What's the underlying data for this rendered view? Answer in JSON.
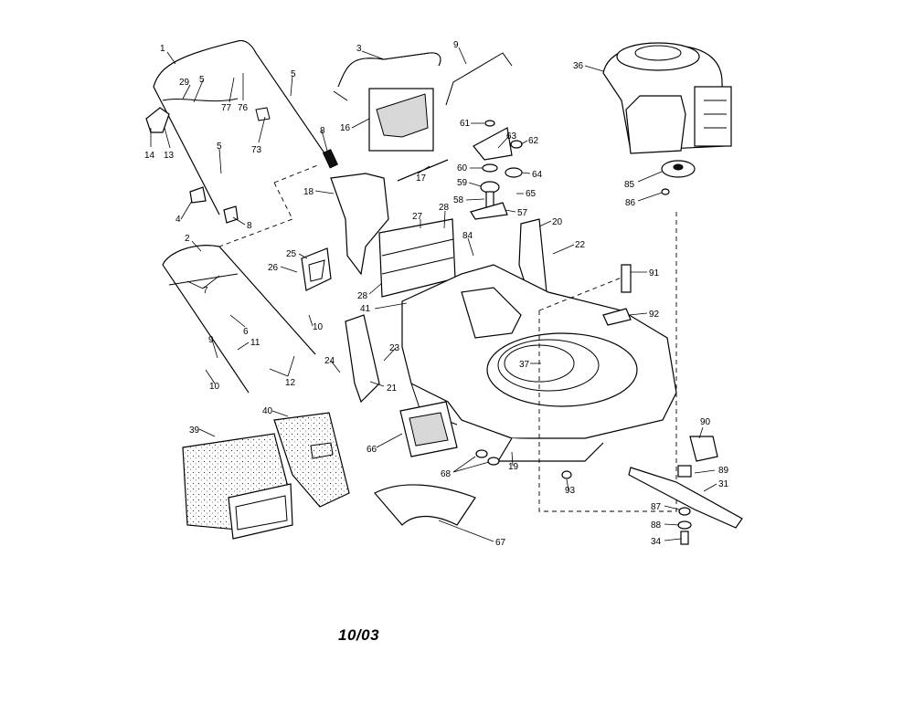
{
  "date_code": "10/03",
  "callouts": [
    {
      "id": "c1",
      "text": "1"
    },
    {
      "id": "c29",
      "text": "29"
    },
    {
      "id": "c5a",
      "text": "5"
    },
    {
      "id": "c77",
      "text": "77"
    },
    {
      "id": "c76",
      "text": "76"
    },
    {
      "id": "c5b",
      "text": "5"
    },
    {
      "id": "c3",
      "text": "3"
    },
    {
      "id": "c9",
      "text": "9"
    },
    {
      "id": "c36",
      "text": "36"
    },
    {
      "id": "c14",
      "text": "14"
    },
    {
      "id": "c13",
      "text": "13"
    },
    {
      "id": "c73",
      "text": "73"
    },
    {
      "id": "c8a",
      "text": "8"
    },
    {
      "id": "c16",
      "text": "16"
    },
    {
      "id": "c61",
      "text": "61"
    },
    {
      "id": "c63",
      "text": "63"
    },
    {
      "id": "c62",
      "text": "62"
    },
    {
      "id": "c5c",
      "text": "5"
    },
    {
      "id": "c60",
      "text": "60"
    },
    {
      "id": "c64",
      "text": "64"
    },
    {
      "id": "c17",
      "text": "17"
    },
    {
      "id": "c59",
      "text": "59"
    },
    {
      "id": "c85",
      "text": "85"
    },
    {
      "id": "c86",
      "text": "86"
    },
    {
      "id": "c18",
      "text": "18"
    },
    {
      "id": "c58",
      "text": "58"
    },
    {
      "id": "c65",
      "text": "65"
    },
    {
      "id": "c57",
      "text": "57"
    },
    {
      "id": "c4",
      "text": "4"
    },
    {
      "id": "c8b",
      "text": "8"
    },
    {
      "id": "c27",
      "text": "27"
    },
    {
      "id": "c28a",
      "text": "28"
    },
    {
      "id": "c20",
      "text": "20"
    },
    {
      "id": "c2",
      "text": "2"
    },
    {
      "id": "c84",
      "text": "84"
    },
    {
      "id": "c22",
      "text": "22"
    },
    {
      "id": "c25",
      "text": "25"
    },
    {
      "id": "c26",
      "text": "26"
    },
    {
      "id": "c91",
      "text": "91"
    },
    {
      "id": "c7",
      "text": "7"
    },
    {
      "id": "c28b",
      "text": "28"
    },
    {
      "id": "c41",
      "text": "41"
    },
    {
      "id": "c92",
      "text": "92"
    },
    {
      "id": "c10a",
      "text": "10"
    },
    {
      "id": "c6",
      "text": "6"
    },
    {
      "id": "c11",
      "text": "11"
    },
    {
      "id": "c9b",
      "text": "9"
    },
    {
      "id": "c23",
      "text": "23"
    },
    {
      "id": "c37",
      "text": "37"
    },
    {
      "id": "c24",
      "text": "24"
    },
    {
      "id": "c12",
      "text": "12"
    },
    {
      "id": "c10b",
      "text": "10"
    },
    {
      "id": "c21",
      "text": "21"
    },
    {
      "id": "c39",
      "text": "39"
    },
    {
      "id": "c40",
      "text": "40"
    },
    {
      "id": "c90",
      "text": "90"
    },
    {
      "id": "c66",
      "text": "66"
    },
    {
      "id": "c89",
      "text": "89"
    },
    {
      "id": "c68",
      "text": "68"
    },
    {
      "id": "c19",
      "text": "19"
    },
    {
      "id": "c31",
      "text": "31"
    },
    {
      "id": "c93",
      "text": "93"
    },
    {
      "id": "c87",
      "text": "87"
    },
    {
      "id": "c88",
      "text": "88"
    },
    {
      "id": "c34",
      "text": "34"
    },
    {
      "id": "c67",
      "text": "67"
    }
  ]
}
